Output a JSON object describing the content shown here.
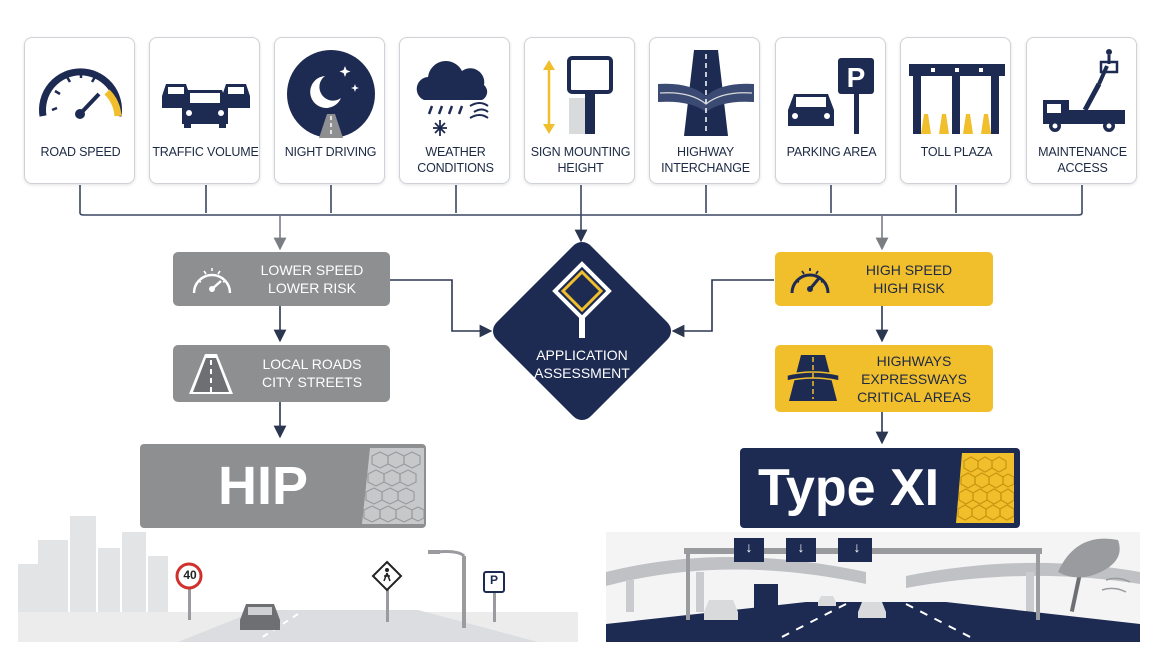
{
  "factors": [
    {
      "label": "ROAD SPEED",
      "icon": "speedometer-icon"
    },
    {
      "label": "TRAFFIC VOLUME",
      "icon": "traffic-cars-icon"
    },
    {
      "label": "NIGHT DRIVING",
      "icon": "night-moon-icon"
    },
    {
      "label": "WEATHER\nCONDITIONS",
      "icon": "weather-cloud-icon"
    },
    {
      "label": "SIGN MOUNTING\nHEIGHT",
      "icon": "sign-height-icon"
    },
    {
      "label": "HIGHWAY\nINTERCHANGE",
      "icon": "interchange-icon"
    },
    {
      "label": "PARKING AREA",
      "icon": "parking-icon"
    },
    {
      "label": "TOLL PLAZA",
      "icon": "toll-plaza-icon"
    },
    {
      "label": "MAINTENANCE\nACCESS",
      "icon": "maintenance-truck-icon"
    }
  ],
  "left_path": {
    "risk": "LOWER SPEED\nLOWER RISK",
    "roads": "LOCAL ROADS\nCITY STREETS",
    "product": "HIP",
    "speed_limit": "40",
    "parking_sign": "P"
  },
  "center": {
    "label": "APPLICATION\nASSESSMENT"
  },
  "right_path": {
    "risk": "HIGH SPEED\nHIGH RISK",
    "roads": "HIGHWAYS\nEXPRESSWAYS\nCRITICAL AREAS",
    "product": "Type XI",
    "gantry_arrows": [
      "↓",
      "↓",
      "↓"
    ]
  },
  "colors": {
    "navy": "#1d2a52",
    "yellow": "#f1be2c",
    "grey": "#8e8f91",
    "line": "#3a4660"
  }
}
